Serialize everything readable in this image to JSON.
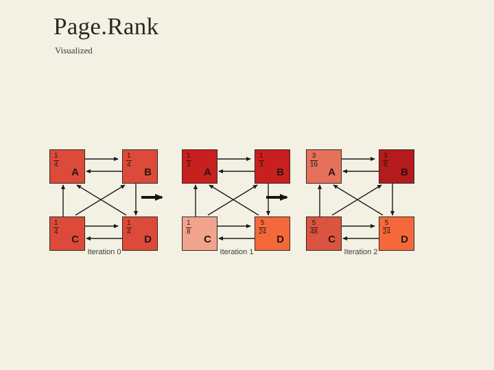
{
  "slide": {
    "title": "Page.Rank",
    "subtitle": "Visualized",
    "background_color": "#f2f1e3",
    "title_color": "#282823"
  },
  "figure": {
    "name": "pagerank-iteration-diagram",
    "caption_color": "#3b3b37",
    "edge_color": "#1a1a1a",
    "node_border_color": "#3a2420",
    "step_separator_icon": "right-arrow-icon",
    "edges": [
      {
        "from": "A",
        "to": "B",
        "kind": "horizontal-top"
      },
      {
        "from": "B",
        "to": "A",
        "kind": "horizontal-top"
      },
      {
        "from": "C",
        "to": "A",
        "kind": "vertical-left"
      },
      {
        "from": "B",
        "to": "D",
        "kind": "vertical-right"
      },
      {
        "from": "C",
        "to": "D",
        "kind": "horizontal-bottom"
      },
      {
        "from": "D",
        "to": "C",
        "kind": "horizontal-bottom"
      },
      {
        "from": "D",
        "to": "A",
        "kind": "diagonal"
      },
      {
        "from": "C",
        "to": "B",
        "kind": "diagonal"
      }
    ],
    "panels": [
      {
        "caption": "Iteration 0",
        "nodes": [
          {
            "id": "A",
            "label": "A",
            "numerator": "1",
            "denominator": "4",
            "value": 0.25,
            "color": "#dc4a39"
          },
          {
            "id": "B",
            "label": "B",
            "numerator": "1",
            "denominator": "4",
            "value": 0.25,
            "color": "#dc4a39"
          },
          {
            "id": "C",
            "label": "C",
            "numerator": "1",
            "denominator": "4",
            "value": 0.25,
            "color": "#dc4a39"
          },
          {
            "id": "D",
            "label": "D",
            "numerator": "1",
            "denominator": "4",
            "value": 0.25,
            "color": "#dc4a39"
          }
        ]
      },
      {
        "caption": "Iteration 1",
        "nodes": [
          {
            "id": "A",
            "label": "A",
            "numerator": "1",
            "denominator": "3",
            "value": 0.3333,
            "color": "#c8201e"
          },
          {
            "id": "B",
            "label": "B",
            "numerator": "1",
            "denominator": "3",
            "value": 0.3333,
            "color": "#c8201e"
          },
          {
            "id": "C",
            "label": "C",
            "numerator": "1",
            "denominator": "8",
            "value": 0.125,
            "color": "#f0a48e"
          },
          {
            "id": "D",
            "label": "D",
            "numerator": "5",
            "denominator": "24",
            "value": 0.2083,
            "color": "#f4693b"
          }
        ]
      },
      {
        "caption": "Iteration 2",
        "nodes": [
          {
            "id": "A",
            "label": "A",
            "numerator": "3",
            "denominator": "16",
            "value": 0.1875,
            "color": "#e4715c"
          },
          {
            "id": "B",
            "label": "B",
            "numerator": "3",
            "denominator": "8",
            "value": 0.375,
            "color": "#b51a1c"
          },
          {
            "id": "C",
            "label": "C",
            "numerator": "5",
            "denominator": "48",
            "value": 0.1042,
            "color": "#da5540"
          },
          {
            "id": "D",
            "label": "D",
            "numerator": "5",
            "denominator": "24",
            "value": 0.2083,
            "color": "#f4693b"
          }
        ]
      }
    ]
  }
}
